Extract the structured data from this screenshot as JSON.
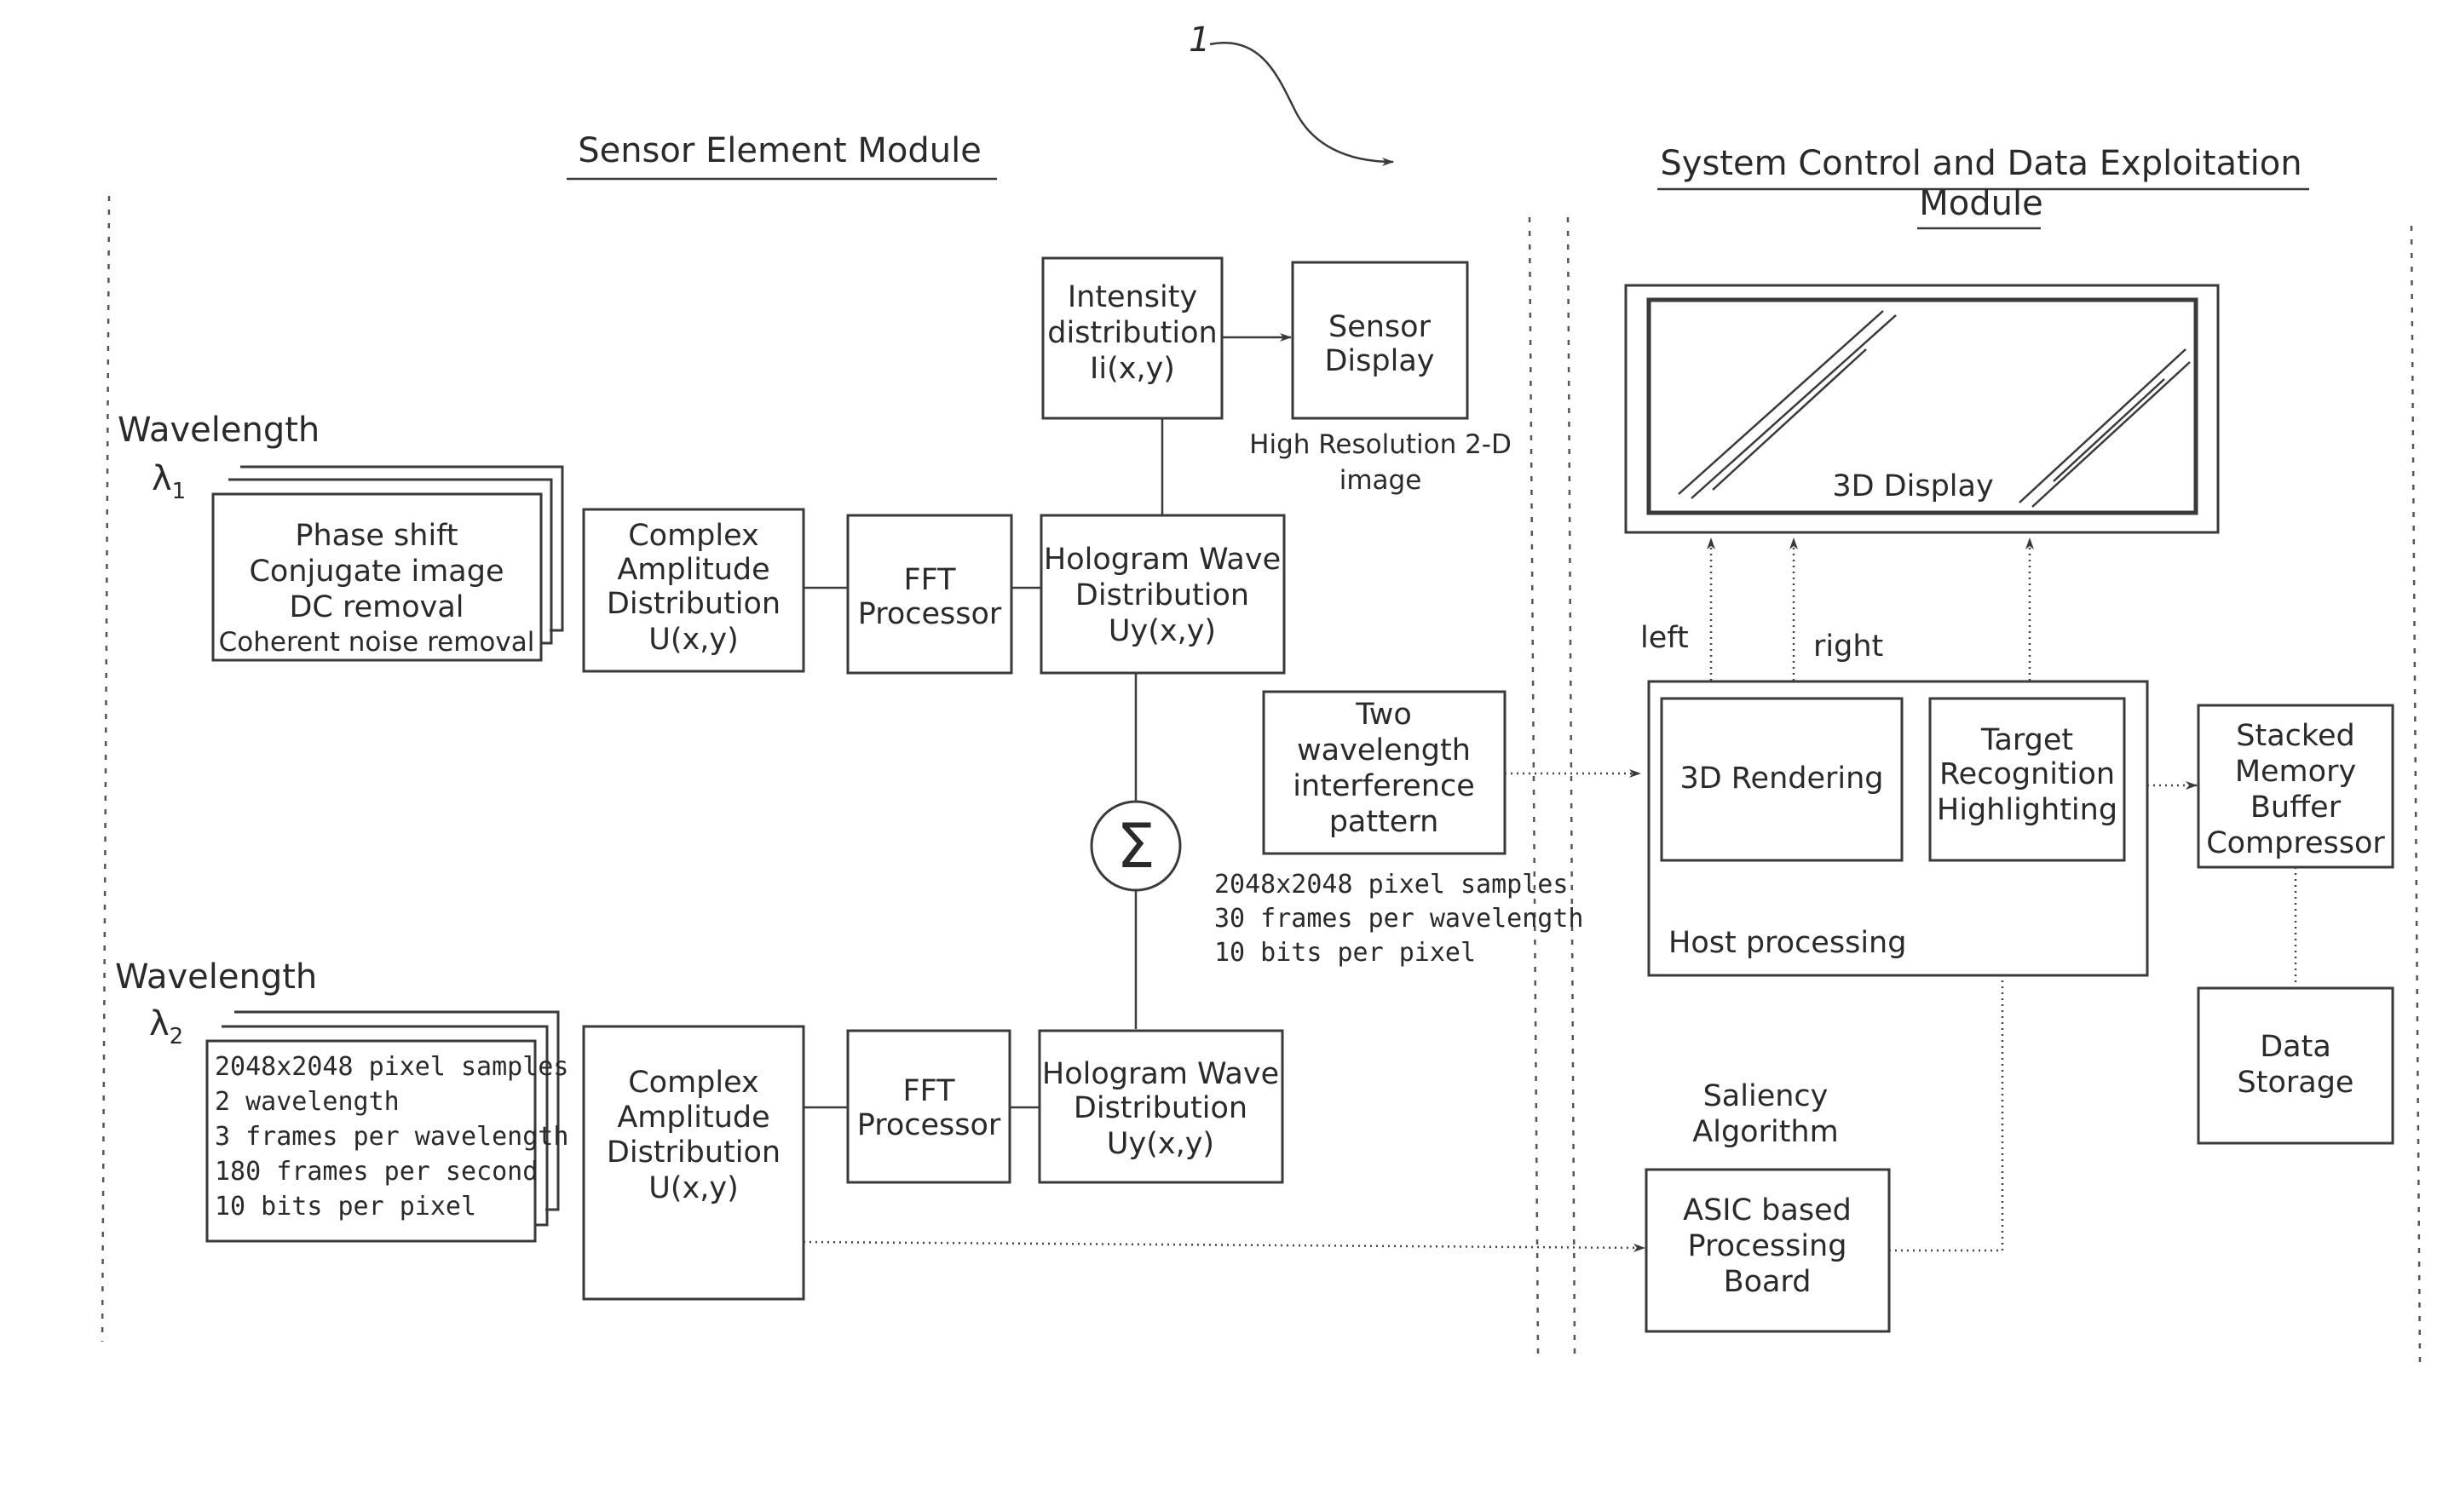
{
  "ref_numeral": "1",
  "headers": {
    "sensor_module": "Sensor Element Module",
    "system_module_line1": "System Control and Data Exploitation",
    "system_module_line2": "Module"
  },
  "wavelength1": {
    "label": "Wavelength",
    "symbol": "λ",
    "sub": "1"
  },
  "wavelength2": {
    "label": "Wavelength",
    "symbol": "λ",
    "sub": "2"
  },
  "phase_box": [
    "Phase shift",
    "Conjugate image",
    "DC removal",
    "Coherent noise removal"
  ],
  "specs_box": [
    "2048x2048 pixel samples",
    "2 wavelength",
    "3 frames per wavelength",
    "180 frames per second",
    "10 bits per pixel"
  ],
  "complex_amp": [
    "Complex",
    "Amplitude",
    "Distribution",
    "U(x,y)"
  ],
  "fft": [
    "FFT",
    "Processor"
  ],
  "hologram": [
    "Hologram Wave",
    "Distribution",
    "Uy(x,y)"
  ],
  "intensity": [
    "Intensity",
    "distribution",
    "Ii(x,y)"
  ],
  "sensor_display": [
    "Sensor",
    "Display"
  ],
  "hires_caption": [
    "High Resolution 2-D",
    "image"
  ],
  "sum_symbol": "Σ",
  "two_wavelength": [
    "Two",
    "wavelength",
    "interference",
    "pattern"
  ],
  "pattern_specs": [
    "2048x2048 pixel samples",
    "30 frames per wavelength",
    "10 bits per pixel"
  ],
  "display_3d": "3D Display",
  "left_label": "left",
  "right_label": "right",
  "rendering": "3D Rendering",
  "target": [
    "Target",
    "Recognition",
    "Highlighting"
  ],
  "host": "Host processing",
  "stacked": [
    "Stacked",
    "Memory",
    "Buffer",
    "Compressor"
  ],
  "data_storage": [
    "Data",
    "Storage"
  ],
  "saliency": [
    "Saliency",
    "Algorithm"
  ],
  "asic": [
    "ASIC based",
    "Processing",
    "Board"
  ]
}
